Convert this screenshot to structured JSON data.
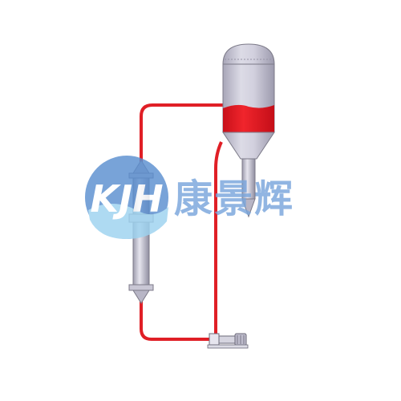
{
  "watermark": {
    "logo_text": "KJH",
    "brand_name": "康景辉"
  },
  "colors": {
    "pipe": "#e01f26",
    "liquid": "#e8141c",
    "vessel_body": "#cbc9d8",
    "vessel_highlight": "#ecebf2",
    "vessel_stroke": "#7c7a88",
    "logo_circle": "#5b8fd0",
    "logo_wave": "#7fc3ea",
    "brand_text": "#7aa6dc"
  },
  "components": [
    {
      "name": "separator-vessel"
    },
    {
      "name": "heater-column"
    },
    {
      "name": "circulation-pump"
    },
    {
      "name": "circulation-pipe"
    }
  ]
}
